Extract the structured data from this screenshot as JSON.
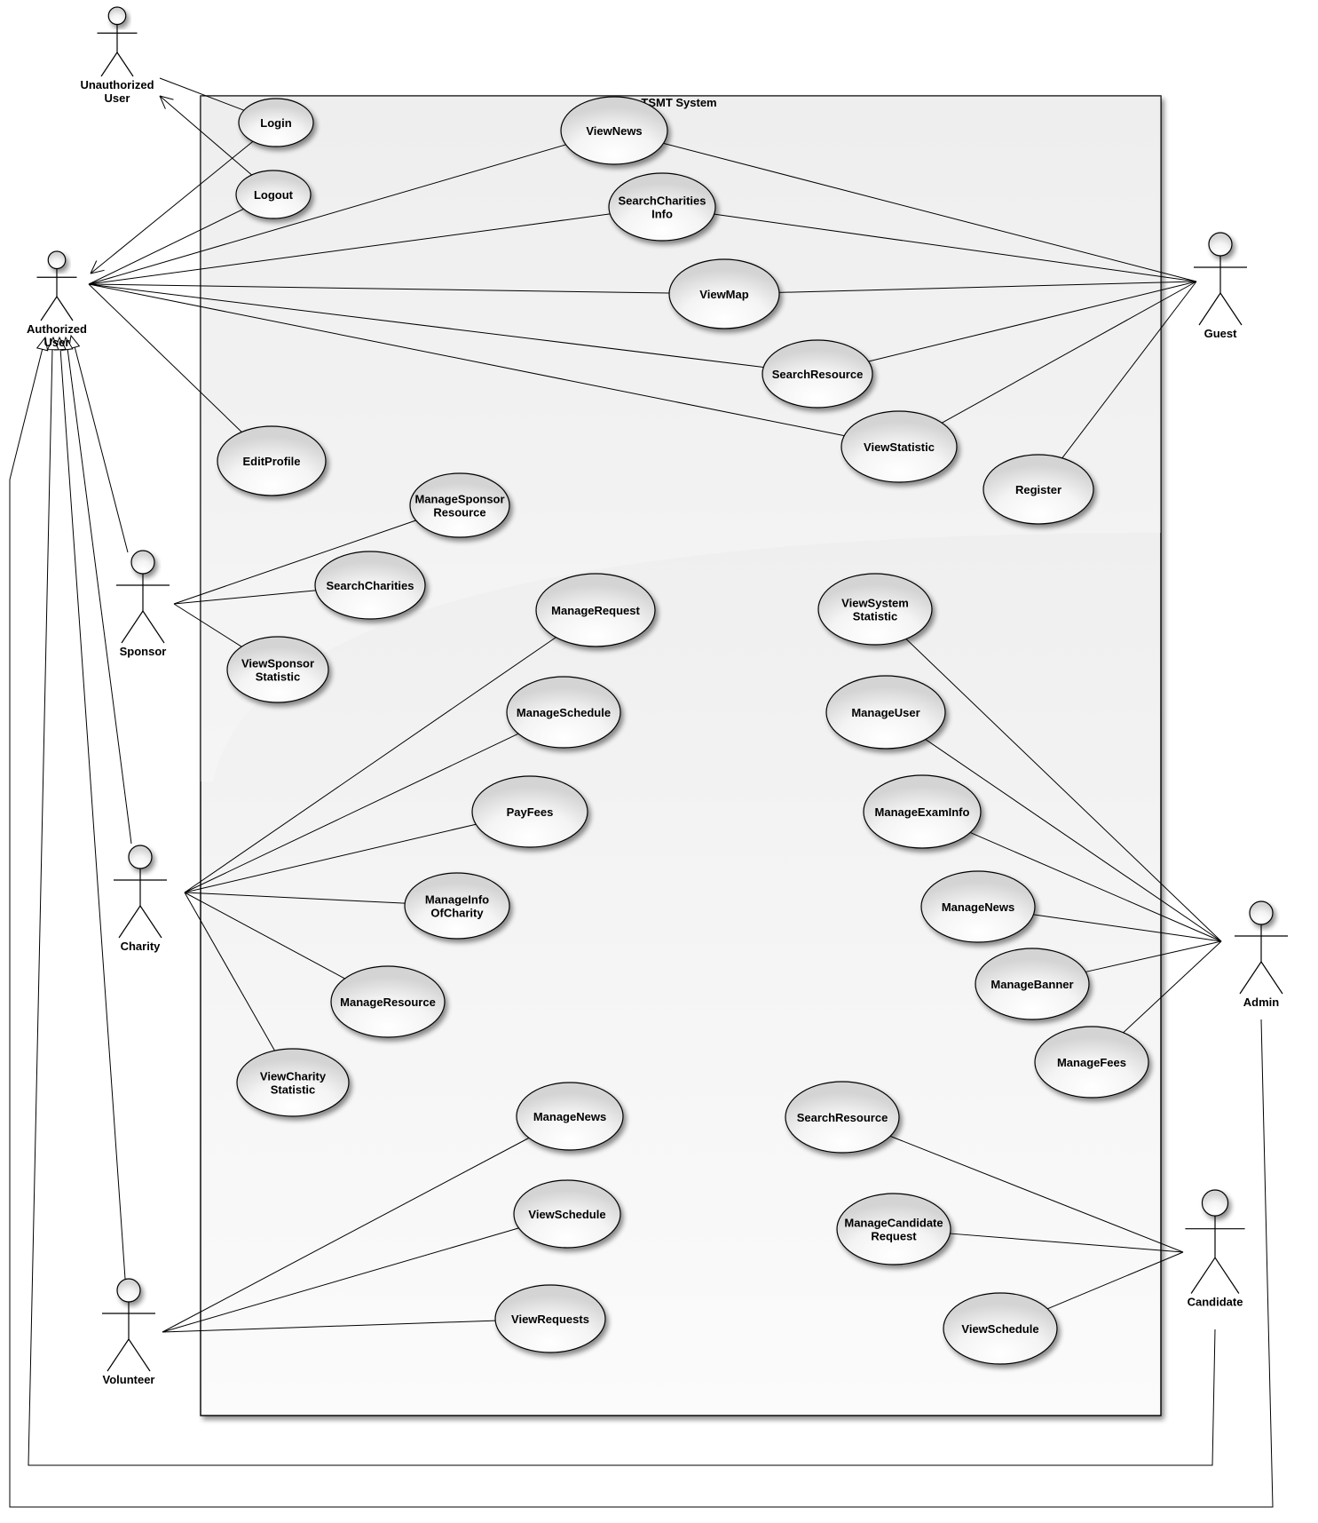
{
  "system": {
    "title": "TSMT System"
  },
  "actors": {
    "unauthorized_user": [
      "Unauthorized",
      "User"
    ],
    "authorized_user": [
      "Authorized",
      "User"
    ],
    "guest": [
      "Guest"
    ],
    "sponsor": [
      "Sponsor"
    ],
    "charity": [
      "Charity"
    ],
    "admin": [
      "Admin"
    ],
    "candidate": [
      "Candidate"
    ],
    "volunteer": [
      "Volunteer"
    ]
  },
  "use_cases": {
    "login": [
      "Login"
    ],
    "logout": [
      "Logout"
    ],
    "view_news": [
      "ViewNews"
    ],
    "search_charities_info": [
      "SearchCharities",
      "Info"
    ],
    "view_map": [
      "ViewMap"
    ],
    "search_resource_guest": [
      "SearchResource"
    ],
    "view_statistic": [
      "ViewStatistic"
    ],
    "register": [
      "Register"
    ],
    "edit_profile": [
      "EditProfile"
    ],
    "manage_sponsor_resource": [
      "ManageSponsor",
      "Resource"
    ],
    "search_charities": [
      "SearchCharities"
    ],
    "view_sponsor_statistic": [
      "ViewSponsor",
      "Statistic"
    ],
    "manage_request": [
      "ManageRequest"
    ],
    "manage_schedule": [
      "ManageSchedule"
    ],
    "pay_fees": [
      "PayFees"
    ],
    "manage_info_of_charity": [
      "ManageInfo",
      "OfCharity"
    ],
    "manage_resource": [
      "ManageResource"
    ],
    "view_charity_statistic": [
      "ViewCharity",
      "Statistic"
    ],
    "view_system_statistic": [
      "ViewSystem",
      "Statistic"
    ],
    "manage_user": [
      "ManageUser"
    ],
    "manage_exam_info": [
      "ManageExamInfo"
    ],
    "manage_news_admin": [
      "ManageNews"
    ],
    "manage_banner": [
      "ManageBanner"
    ],
    "manage_fees": [
      "ManageFees"
    ],
    "manage_news_volunteer": [
      "ManageNews"
    ],
    "view_schedule_volunteer": [
      "ViewSchedule"
    ],
    "view_requests": [
      "ViewRequests"
    ],
    "search_resource_candidate": [
      "SearchResource"
    ],
    "manage_candidate_request": [
      "ManageCandidate",
      "Request"
    ],
    "view_schedule_candidate": [
      "ViewSchedule"
    ]
  },
  "associations": [
    [
      "authorized_user",
      "view_news"
    ],
    [
      "authorized_user",
      "search_charities_info"
    ],
    [
      "authorized_user",
      "view_map"
    ],
    [
      "authorized_user",
      "search_resource_guest"
    ],
    [
      "authorized_user",
      "view_statistic"
    ],
    [
      "authorized_user",
      "edit_profile"
    ],
    [
      "authorized_user",
      "logout"
    ],
    [
      "guest",
      "view_news"
    ],
    [
      "guest",
      "search_charities_info"
    ],
    [
      "guest",
      "view_map"
    ],
    [
      "guest",
      "search_resource_guest"
    ],
    [
      "guest",
      "view_statistic"
    ],
    [
      "guest",
      "register"
    ],
    [
      "unauthorized_user",
      "login"
    ],
    [
      "sponsor",
      "manage_sponsor_resource"
    ],
    [
      "sponsor",
      "search_charities"
    ],
    [
      "sponsor",
      "view_sponsor_statistic"
    ],
    [
      "charity",
      "manage_request"
    ],
    [
      "charity",
      "manage_schedule"
    ],
    [
      "charity",
      "pay_fees"
    ],
    [
      "charity",
      "manage_info_of_charity"
    ],
    [
      "charity",
      "manage_resource"
    ],
    [
      "charity",
      "view_charity_statistic"
    ],
    [
      "admin",
      "view_system_statistic"
    ],
    [
      "admin",
      "manage_user"
    ],
    [
      "admin",
      "manage_exam_info"
    ],
    [
      "admin",
      "manage_news_admin"
    ],
    [
      "admin",
      "manage_banner"
    ],
    [
      "admin",
      "manage_fees"
    ],
    [
      "volunteer",
      "manage_news_volunteer"
    ],
    [
      "volunteer",
      "view_schedule_volunteer"
    ],
    [
      "volunteer",
      "view_requests"
    ],
    [
      "candidate",
      "search_resource_candidate"
    ],
    [
      "candidate",
      "manage_candidate_request"
    ],
    [
      "candidate",
      "view_schedule_candidate"
    ]
  ],
  "generalizations": [
    [
      "sponsor",
      "authorized_user"
    ],
    [
      "charity",
      "authorized_user"
    ],
    [
      "volunteer",
      "authorized_user"
    ],
    [
      "candidate",
      "authorized_user"
    ],
    [
      "admin",
      "authorized_user"
    ]
  ],
  "dependencies": [
    [
      "login",
      "authorized_user"
    ],
    [
      "logout",
      "unauthorized_user"
    ]
  ]
}
